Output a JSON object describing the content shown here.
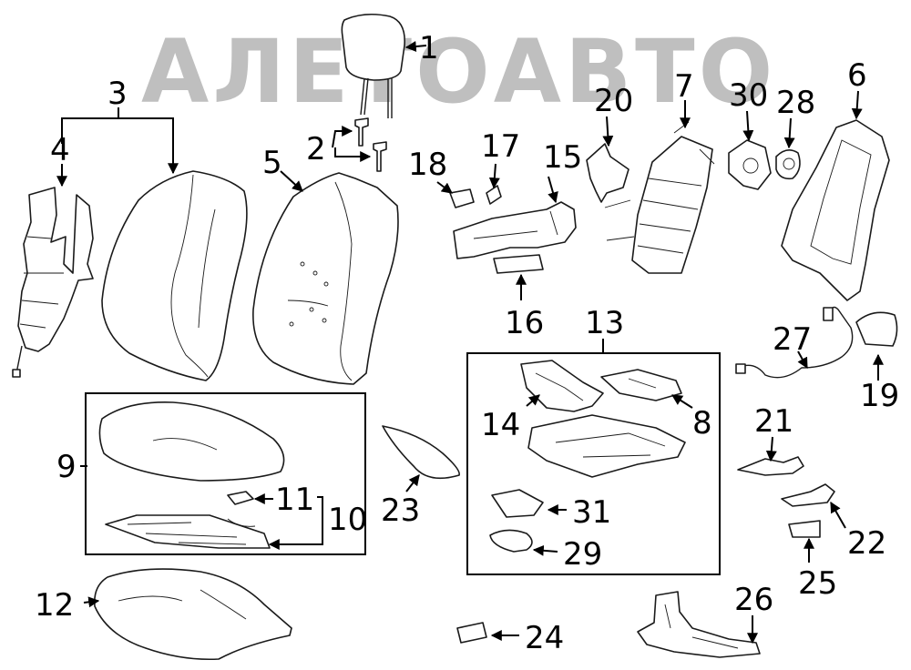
{
  "watermark": "АЛЕТОАВТО",
  "callouts": {
    "c1": "1",
    "c2": "2",
    "c3": "3",
    "c4": "4",
    "c5": "5",
    "c6": "6",
    "c7": "7",
    "c8": "8",
    "c9": "9",
    "c10": "10",
    "c11": "11",
    "c12": "12",
    "c13": "13",
    "c14": "14",
    "c15": "15",
    "c16": "16",
    "c17": "17",
    "c18": "18",
    "c19": "19",
    "c20": "20",
    "c21": "21",
    "c22": "22",
    "c23": "23",
    "c24": "24",
    "c25": "25",
    "c26": "26",
    "c27": "27",
    "c28": "28",
    "c29": "29",
    "c30": "30",
    "c31": "31"
  },
  "colors": {
    "line": "#1a1a1a",
    "watermark": "#8c8c8c",
    "background": "#ffffff"
  }
}
